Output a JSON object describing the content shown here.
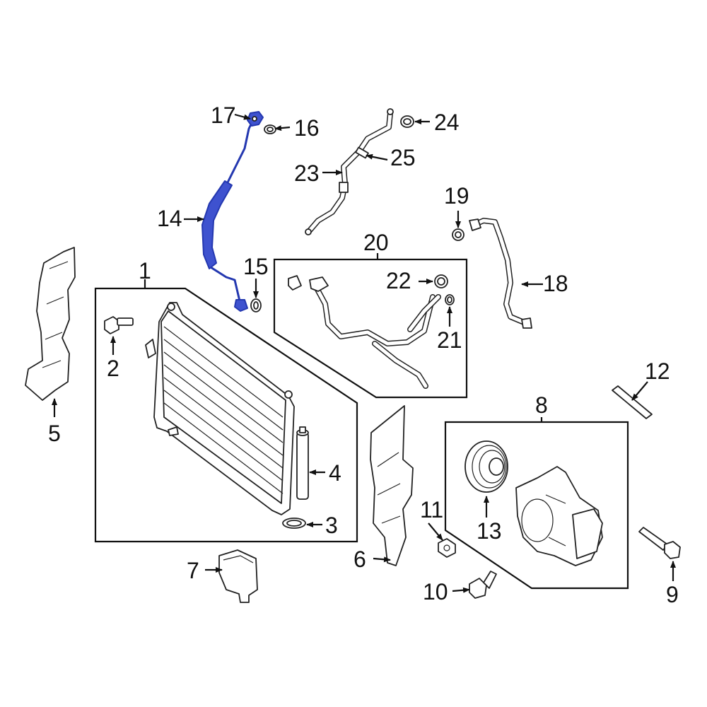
{
  "diagram": {
    "highlight_color": "#3e52cf",
    "line_color": "#111111",
    "background": "#ffffff",
    "callouts": {
      "c1": "1",
      "c2": "2",
      "c3": "3",
      "c4": "4",
      "c5": "5",
      "c6": "6",
      "c7": "7",
      "c8": "8",
      "c9": "9",
      "c10": "10",
      "c11": "11",
      "c12": "12",
      "c13": "13",
      "c14": "14",
      "c15": "15",
      "c16": "16",
      "c17": "17",
      "c18": "18",
      "c19": "19",
      "c20": "20",
      "c21": "21",
      "c22": "22",
      "c23": "23",
      "c24": "24",
      "c25": "25"
    }
  }
}
